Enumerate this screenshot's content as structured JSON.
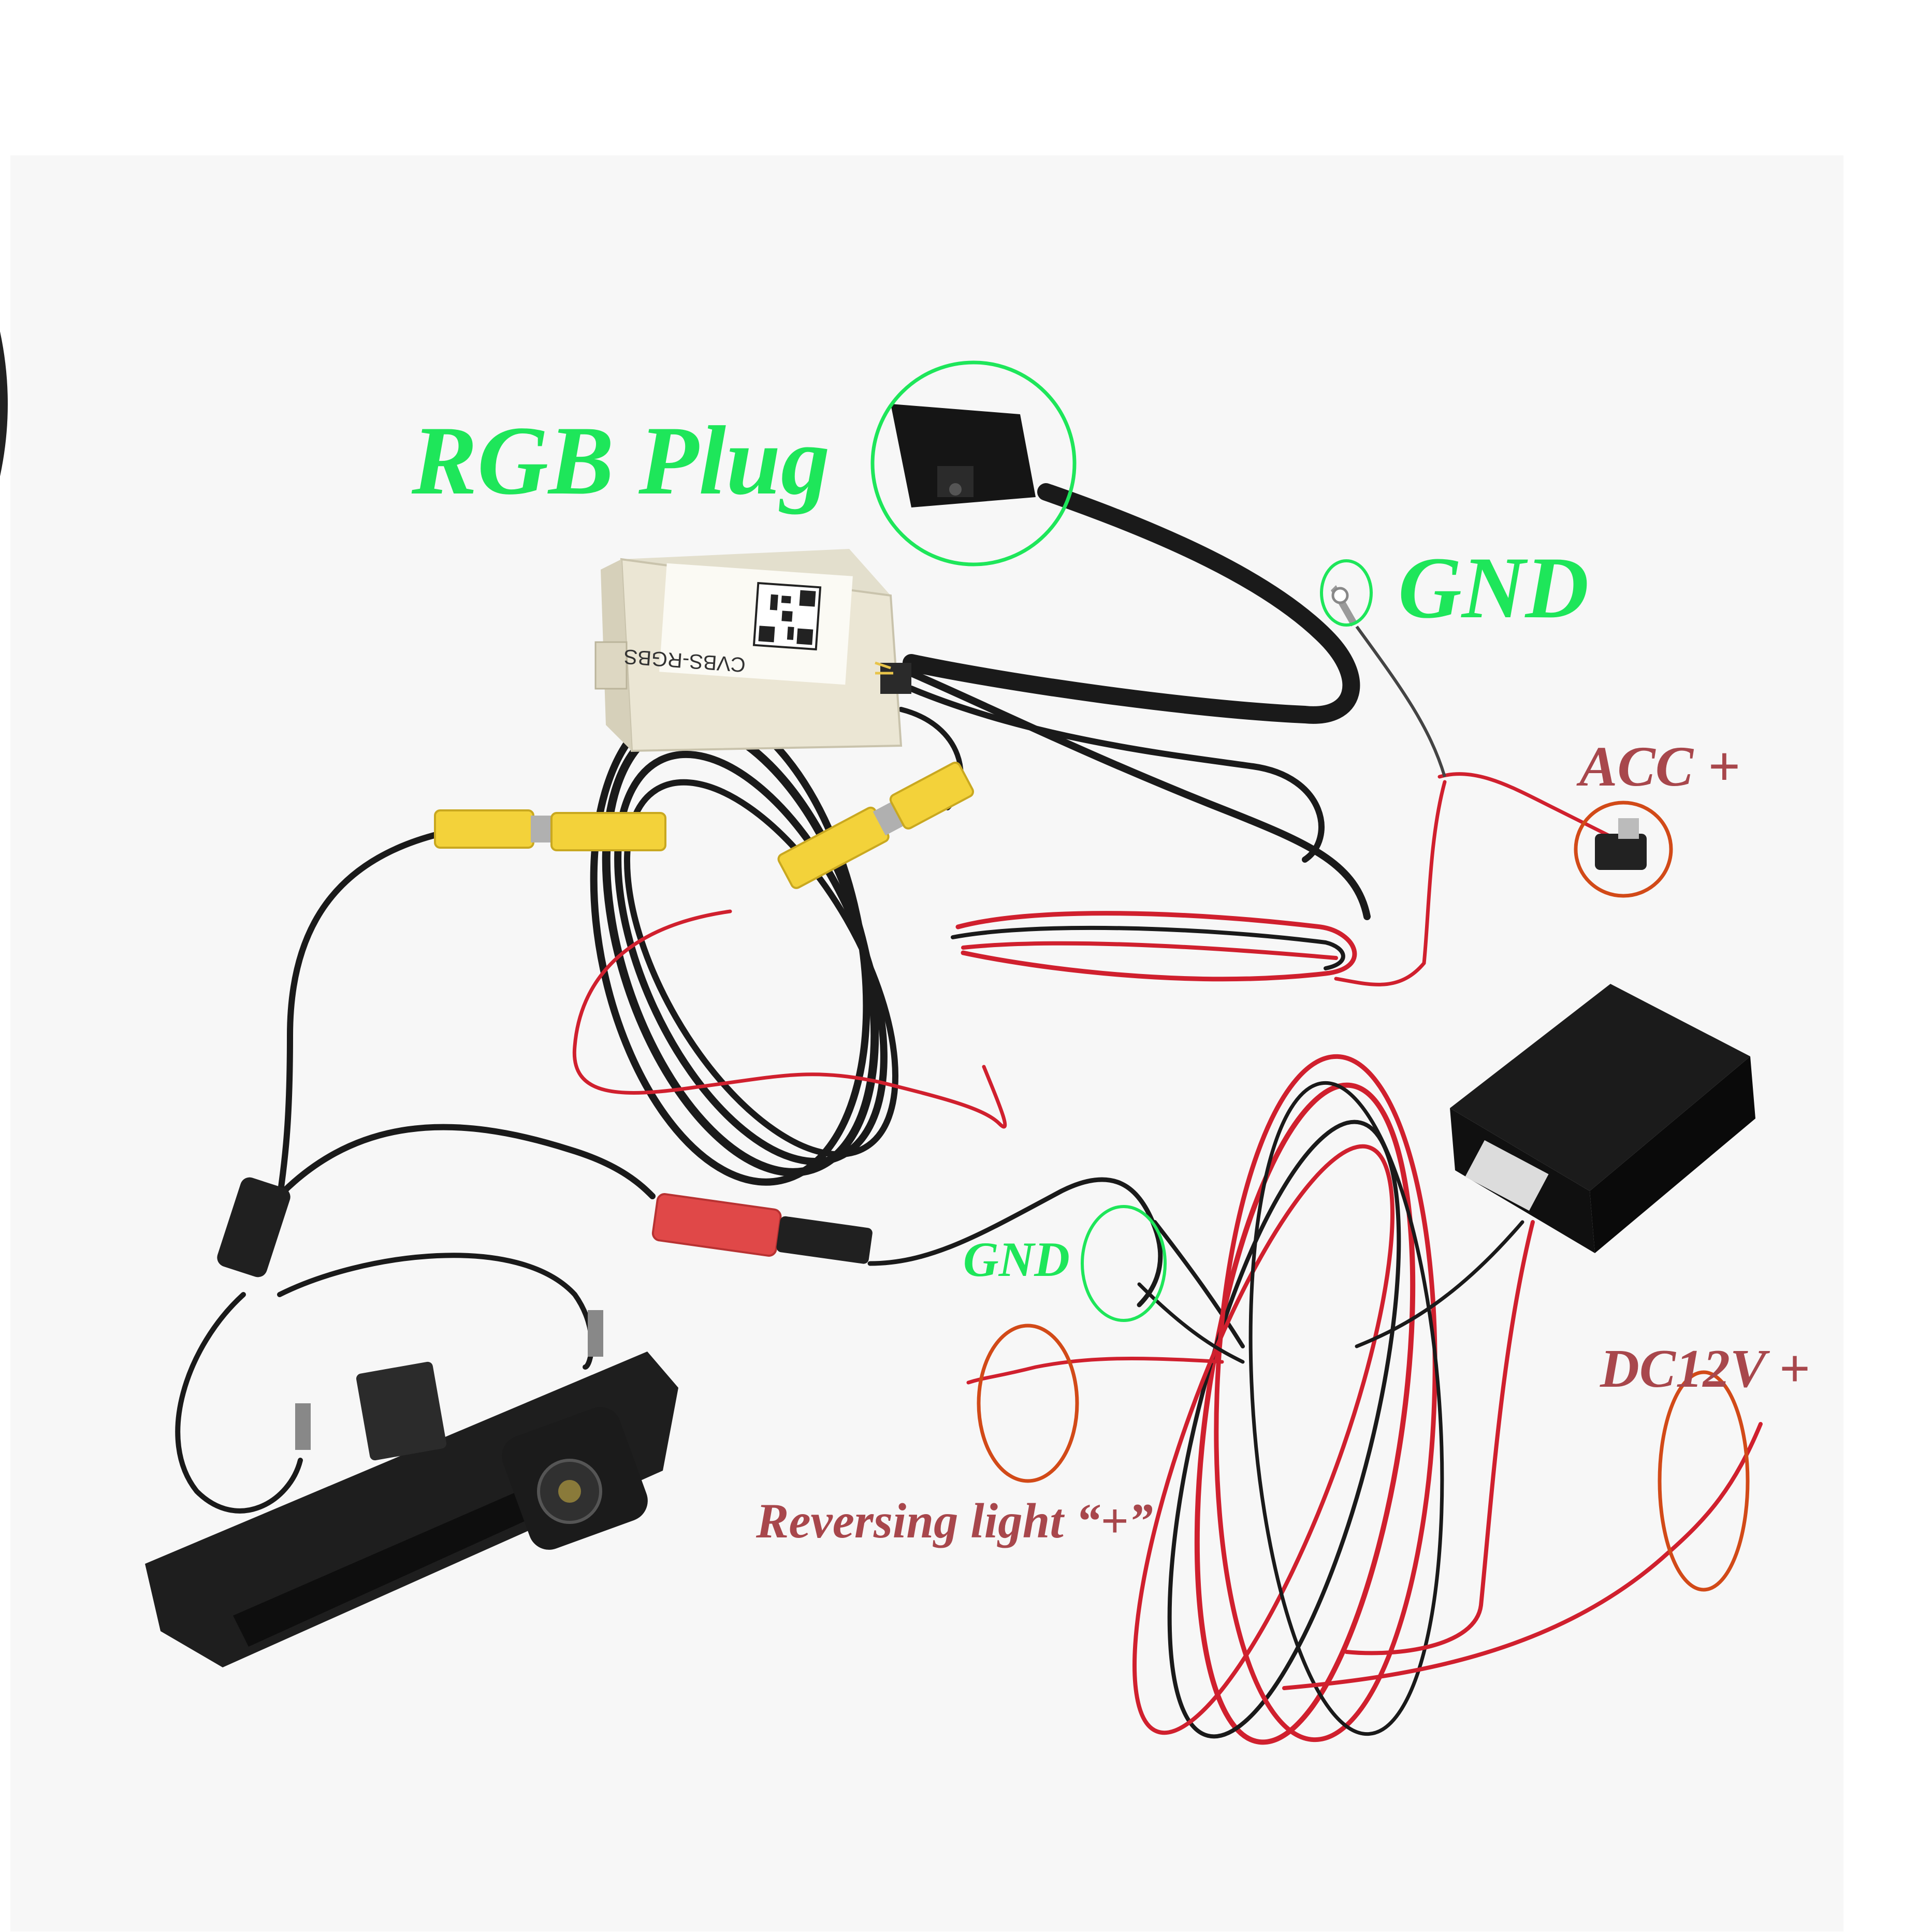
{
  "labels": {
    "rgb_plug": "RGB Plug",
    "gnd_top": "GND",
    "acc_plus": "ACC +",
    "gnd_bottom": "GND",
    "reversing_light": "Reversing light “+”",
    "dc12v_plus": "DC12V +"
  },
  "box_label": {
    "model": "CVBS-RGBS"
  },
  "colors": {
    "green_label": "#1ee65a",
    "maroon_label": "#a8474c",
    "orange_circle": "#d24a18",
    "cable_black": "#1a1a1a",
    "wire_red": "#d0202e",
    "rca_yellow": "#f3d23a",
    "module_beige": "#ebe6d4"
  }
}
